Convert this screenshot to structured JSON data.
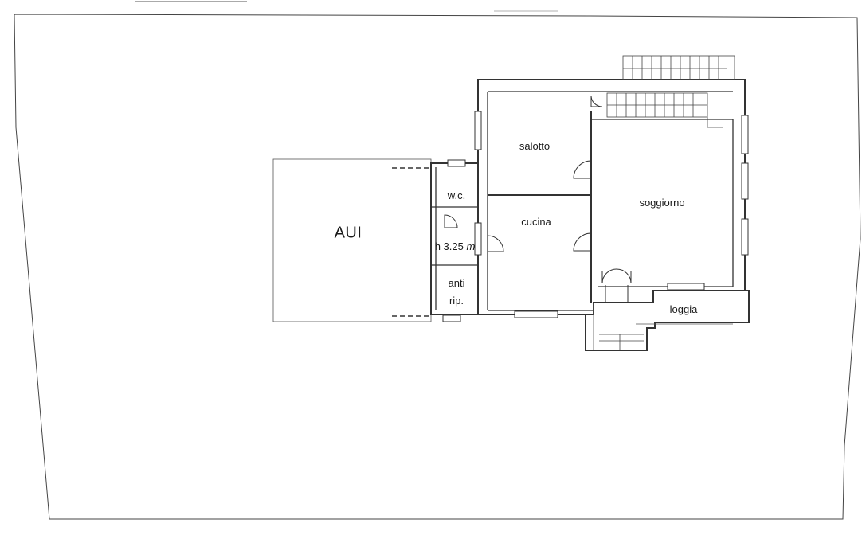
{
  "plan": {
    "labels": {
      "aui": "AUI",
      "wc": "w.c.",
      "height_value": "h 3.25",
      "height_unit": "m",
      "anti": "anti",
      "rip": "rip.",
      "salotto": "salotto",
      "cucina": "cucina",
      "soggiorno": "soggiorno",
      "loggia": "loggia"
    }
  }
}
